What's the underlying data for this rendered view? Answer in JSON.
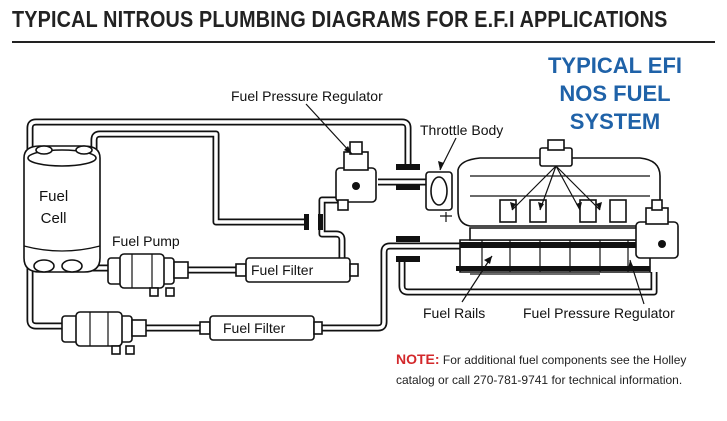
{
  "diagram": {
    "title": "TYPICAL NITROUS PLUMBING DIAGRAMS FOR E.F.I APPLICATIONS",
    "side_title_lines": [
      "TYPICAL EFI",
      "NOS FUEL",
      "SYSTEM"
    ],
    "labels": {
      "fuel_cell_line1": "Fuel",
      "fuel_cell_line2": "Cell",
      "fuel_pump": "Fuel Pump",
      "fuel_filter_1": "Fuel Filter",
      "fuel_filter_2": "Fuel Filter",
      "fpr_top": "Fuel Pressure Regulator",
      "throttle_body": "Throttle Body",
      "fuel_rails": "Fuel Rails",
      "fpr_bottom": "Fuel Pressure Regulator"
    },
    "note": {
      "heading": "NOTE:",
      "body": "For additional fuel components see the Holley catalog or call 270-781-9741 for technical information."
    }
  }
}
